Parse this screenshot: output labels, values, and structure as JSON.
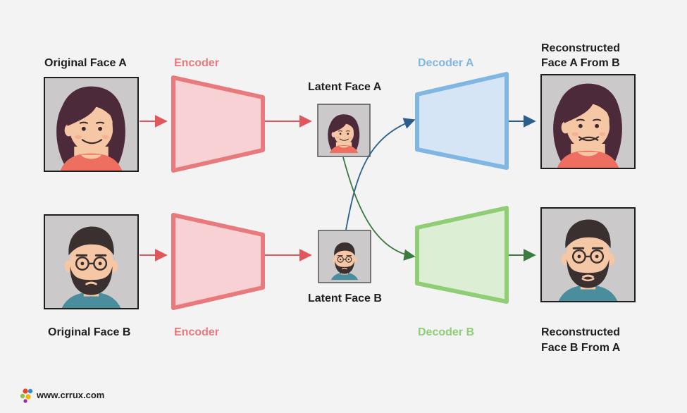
{
  "labels": {
    "original_a": "Original Face A",
    "original_b": "Original Face B",
    "encoder_a": "Encoder",
    "encoder_b": "Encoder",
    "latent_a": "Latent Face A",
    "latent_b": "Latent Face B",
    "decoder_a": "Decoder A",
    "decoder_b": "Decoder B",
    "recon_a_line1": "Reconstructed",
    "recon_a_line2": "Face A From B",
    "recon_b_line1": "Reconstructed",
    "recon_b_line2": "Face B From A"
  },
  "footer": {
    "site": "www.crrux.com"
  },
  "colors": {
    "encoder": "#e8797d",
    "encoder_fill": "#f7d1d3",
    "decoder_a": "#80b6e2",
    "decoder_a_fill": "#d5e5f6",
    "decoder_b": "#8fce74",
    "decoder_b_fill": "#dcefd4",
    "arrow_red": "#e0585e",
    "arrow_blue": "#2a5f8c",
    "arrow_green": "#3c7a3f",
    "frame_bg": "#cbc9ca",
    "skin": "#f6c7a4",
    "hair_a": "#4d2a3a",
    "shirt_a": "#ee6f5f",
    "hair_b": "#3a3030",
    "shirt_b": "#4a8d9c"
  },
  "icons": [
    "face-a-icon",
    "face-b-icon",
    "crrux-logo-icon"
  ]
}
